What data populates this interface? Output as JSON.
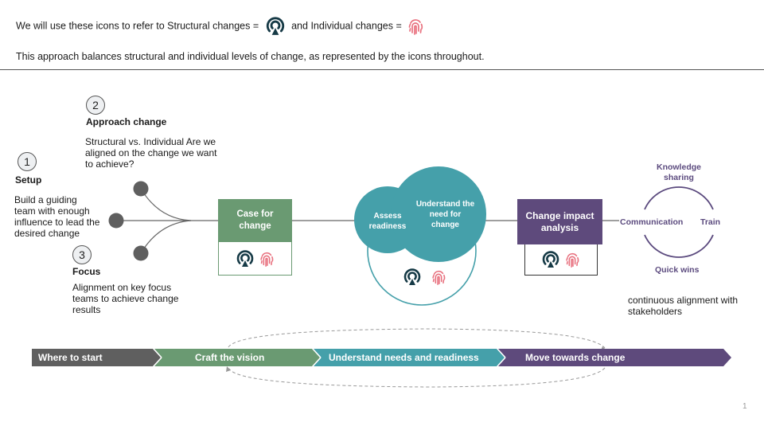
{
  "intro": {
    "line1_prefix": "We will use these icons to refer to Structural changes =",
    "line1_middle": "and Individual changes =",
    "line2": "This approach balances structural and individual levels of change, as represented by the icons throughout."
  },
  "icons": {
    "structural": "structural-change-icon",
    "individual": "fingerprint-icon"
  },
  "steps": [
    {
      "number": "1",
      "title": "Setup",
      "description": "Build a guiding team with enough influence to lead the desired change"
    },
    {
      "number": "2",
      "title": "Approach change",
      "description": "Structural vs. Individual Are we aligned on the change we want to achieve?"
    },
    {
      "number": "3",
      "title": "Focus",
      "description": "Alignment on key focus teams to achieve change results"
    }
  ],
  "boxes": {
    "case_for_change": "Case for change",
    "assess_readiness": "Assess readiness",
    "understand_need": "Understand the need for change",
    "change_impact": "Change impact analysis"
  },
  "cycle": {
    "top": "Knowledge sharing",
    "left": "Communication",
    "right": "Train",
    "bottom": "Quick wins",
    "caption": "continuous alignment with stakeholders"
  },
  "phases": [
    {
      "label": "Where to start",
      "color": "#5f5f5f"
    },
    {
      "label": "Craft the vision",
      "color": "#6a9a72"
    },
    {
      "label": "Understand needs and readiness",
      "color": "#45a0aa"
    },
    {
      "label": "Move towards change",
      "color": "#5e4a7c"
    }
  ],
  "colors": {
    "green": "#6a9a72",
    "teal": "#45a0aa",
    "purple": "#5e4a7c",
    "structural_icon": "#163a46",
    "individual_icon": "#e8707e"
  },
  "page_number": "1"
}
